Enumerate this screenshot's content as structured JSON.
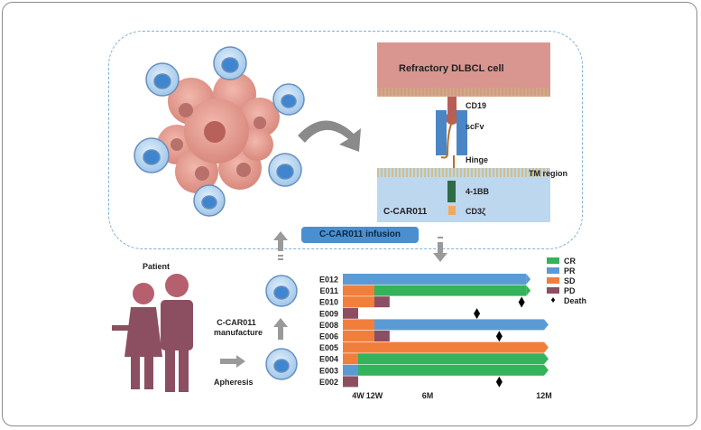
{
  "diagram": {
    "tumor_label": "Refractory DLBCL cell",
    "car_labels": {
      "cd19": "CD19",
      "scfv": "scFv",
      "hinge": "Hinge",
      "tm": "TM region",
      "costim": "4-1BB",
      "cd3z": "CD3ζ",
      "construct": "C-CAR011"
    },
    "infusion_label": "C-CAR011 infusion",
    "patient_label": "Patient",
    "manufacture_label": "C-CAR011 manufacture",
    "apheresis_label": "Apheresis"
  },
  "colors": {
    "CR": "#33b35a",
    "PR": "#5b9bd5",
    "SD": "#f07f3c",
    "PD": "#8c4f62",
    "Death": "#000000"
  },
  "chart_data": {
    "type": "bar",
    "subtype": "swimmer",
    "title": "",
    "xlabel": "",
    "ylabel": "",
    "x_unit": "weeks",
    "x_ticks": [
      {
        "label": "4W",
        "value": 4
      },
      {
        "label": "12W",
        "value": 12
      },
      {
        "label": "6M",
        "value": 26
      },
      {
        "label": "12M",
        "value": 52
      }
    ],
    "legend": {
      "placement": "top-right",
      "entries": [
        {
          "key": "CR",
          "label": "CR"
        },
        {
          "key": "PR",
          "label": "PR"
        },
        {
          "key": "SD",
          "label": "SD"
        },
        {
          "key": "PD",
          "label": "PD"
        },
        {
          "key": "Death",
          "label": "Death"
        }
      ]
    },
    "patients": [
      {
        "id": "E012",
        "segments": [
          {
            "status": "PR",
            "start": 0,
            "end": 48
          }
        ],
        "ongoing": true,
        "death": null
      },
      {
        "id": "E011",
        "segments": [
          {
            "status": "SD",
            "start": 0,
            "end": 12
          },
          {
            "status": "CR",
            "start": 12,
            "end": 48
          }
        ],
        "ongoing": true,
        "death": null
      },
      {
        "id": "E010",
        "segments": [
          {
            "status": "SD",
            "start": 0,
            "end": 12
          },
          {
            "status": "PD",
            "start": 12,
            "end": 16
          }
        ],
        "ongoing": false,
        "death": 47
      },
      {
        "id": "E009",
        "segments": [
          {
            "status": "PD",
            "start": 0,
            "end": 4
          }
        ],
        "ongoing": false,
        "death": 37
      },
      {
        "id": "E008",
        "segments": [
          {
            "status": "SD",
            "start": 0,
            "end": 12
          },
          {
            "status": "PR",
            "start": 12,
            "end": 52
          }
        ],
        "ongoing": true,
        "death": null
      },
      {
        "id": "E006",
        "segments": [
          {
            "status": "SD",
            "start": 0,
            "end": 12
          },
          {
            "status": "PD",
            "start": 12,
            "end": 16
          }
        ],
        "ongoing": false,
        "death": 42
      },
      {
        "id": "E005",
        "segments": [
          {
            "status": "SD",
            "start": 0,
            "end": 52
          }
        ],
        "ongoing": true,
        "death": null
      },
      {
        "id": "E004",
        "segments": [
          {
            "status": "SD",
            "start": 0,
            "end": 4
          },
          {
            "status": "CR",
            "start": 4,
            "end": 52
          }
        ],
        "ongoing": true,
        "death": null
      },
      {
        "id": "E003",
        "segments": [
          {
            "status": "PR",
            "start": 0,
            "end": 4
          },
          {
            "status": "CR",
            "start": 4,
            "end": 52
          }
        ],
        "ongoing": true,
        "death": null
      },
      {
        "id": "E002",
        "segments": [
          {
            "status": "PD",
            "start": 0,
            "end": 4
          }
        ],
        "ongoing": false,
        "death": 42
      }
    ]
  }
}
